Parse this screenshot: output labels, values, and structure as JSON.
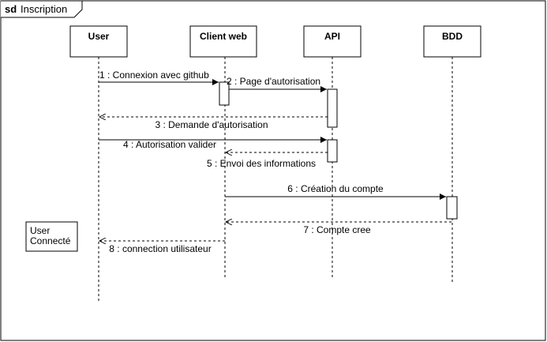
{
  "frame": {
    "keyword": "sd",
    "title": "Inscription"
  },
  "lifelines": [
    {
      "id": "user",
      "label": "User"
    },
    {
      "id": "client",
      "label": "Client web"
    },
    {
      "id": "api",
      "label": "API"
    },
    {
      "id": "bdd",
      "label": "BDD"
    }
  ],
  "messages": [
    {
      "label": "1 : Connexion avec github",
      "from": "user",
      "to": "client",
      "kind": "sync"
    },
    {
      "label": "2 : Page d'autorisation",
      "from": "client",
      "to": "api",
      "kind": "sync"
    },
    {
      "label": "3 : Demande d'autorisation",
      "from": "api",
      "to": "user",
      "kind": "return"
    },
    {
      "label": "4 : Autorisation valider",
      "from": "user",
      "to": "api",
      "kind": "sync"
    },
    {
      "label": "5 : Envoi des informations",
      "from": "api",
      "to": "client",
      "kind": "return"
    },
    {
      "label": "6 : Création du compte",
      "from": "client",
      "to": "bdd",
      "kind": "sync"
    },
    {
      "label": "7 : Compte cree",
      "from": "bdd",
      "to": "client",
      "kind": "return"
    },
    {
      "label": "8 : connection  utilisateur",
      "from": "client",
      "to": "user",
      "kind": "return"
    }
  ],
  "note": {
    "line1": "User",
    "line2": "Connecté"
  }
}
